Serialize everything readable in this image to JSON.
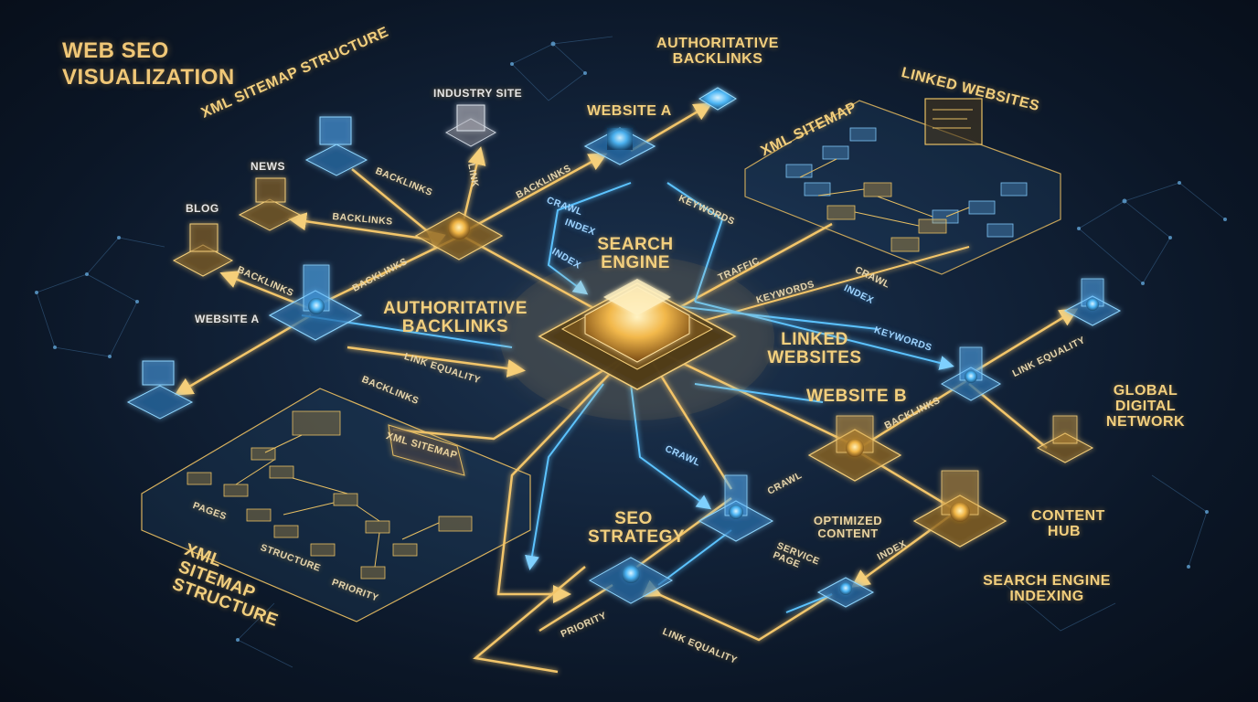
{
  "title": {
    "line1": "WEB SEO",
    "line2": "VISUALIZATION"
  },
  "colors": {
    "gold": "#f2c56a",
    "blue": "#5cc3ff",
    "background": "#0b1626"
  },
  "labels": {
    "xml_sitemap_structure_top": "XML SITEMAP STRUCTURE",
    "industry_site": "INDUSTRY SITE",
    "news": "NEWS",
    "blog": "BLOG",
    "website_a_left": "WEBSITE A",
    "authoritative_backlinks_top": "AUTHORITATIVE BACKLINKS",
    "website_a_top": "WEBSITE A",
    "linked_websites_top": "LINKED WEBSITES",
    "xml_sitemap_right": "XML SITEMAP",
    "search_engine_line1": "SEARCH",
    "search_engine_line2": "ENGINE",
    "authoritative_backlinks_center": "AUTHORITATIVE BACKLINKS",
    "linked_websites_center": "LINKED WEBSITES",
    "website_b": "WEBSITE B",
    "global_digital_network": "GLOBAL DIGITAL NETWORK",
    "content_hub": "CONTENT HUB",
    "search_engine_indexing": "SEARCH ENGINE INDEXING",
    "optimized_content": "OPTIMIZED CONTENT",
    "seo_strategy": "SEO STRATEGY",
    "xml_sitemap_tag": "XML SITEMAP",
    "xml_sitemap_structure_bottom": "XML SITEMAP STRUCTURE",
    "pages": "PAGES",
    "structure": "STRUCTURE",
    "priority_sitemap": "PRIORITY",
    "priority_bottom": "PRIORITY",
    "link_equality_bottom": "LINK EQUALITY",
    "service_page": "SERVICE PAGE"
  },
  "flow_labels": {
    "backlinks_news": "BACKLINKS",
    "backlinks_blog": "BACKLINKS",
    "backlinks_website_a": "BACKLINKS",
    "backlinks_diag": "BACKLINKS",
    "backlinks_lower": "BACKLINKS",
    "backlinks_top": "BACKLINKS",
    "backlinks_right": "BACKLINKS",
    "link_industry": "LINK",
    "crawl_top": "CRAWL",
    "index_top": "INDEX",
    "index_left": "INDEX",
    "keywords_top": "KEYWORDS",
    "traffic": "TRAFFIC",
    "crawl_right": "CRAWL",
    "keywords_right": "KEYWORDS",
    "index_right": "INDEX",
    "keywords_right2": "KEYWORDS",
    "link_equality_center": "LINK EQUALITY",
    "link_equality_right": "LINK EQUALITY",
    "crawl_lower": "CRAWL",
    "crawl_lower2": "CRAWL",
    "index_lower": "INDEX"
  }
}
